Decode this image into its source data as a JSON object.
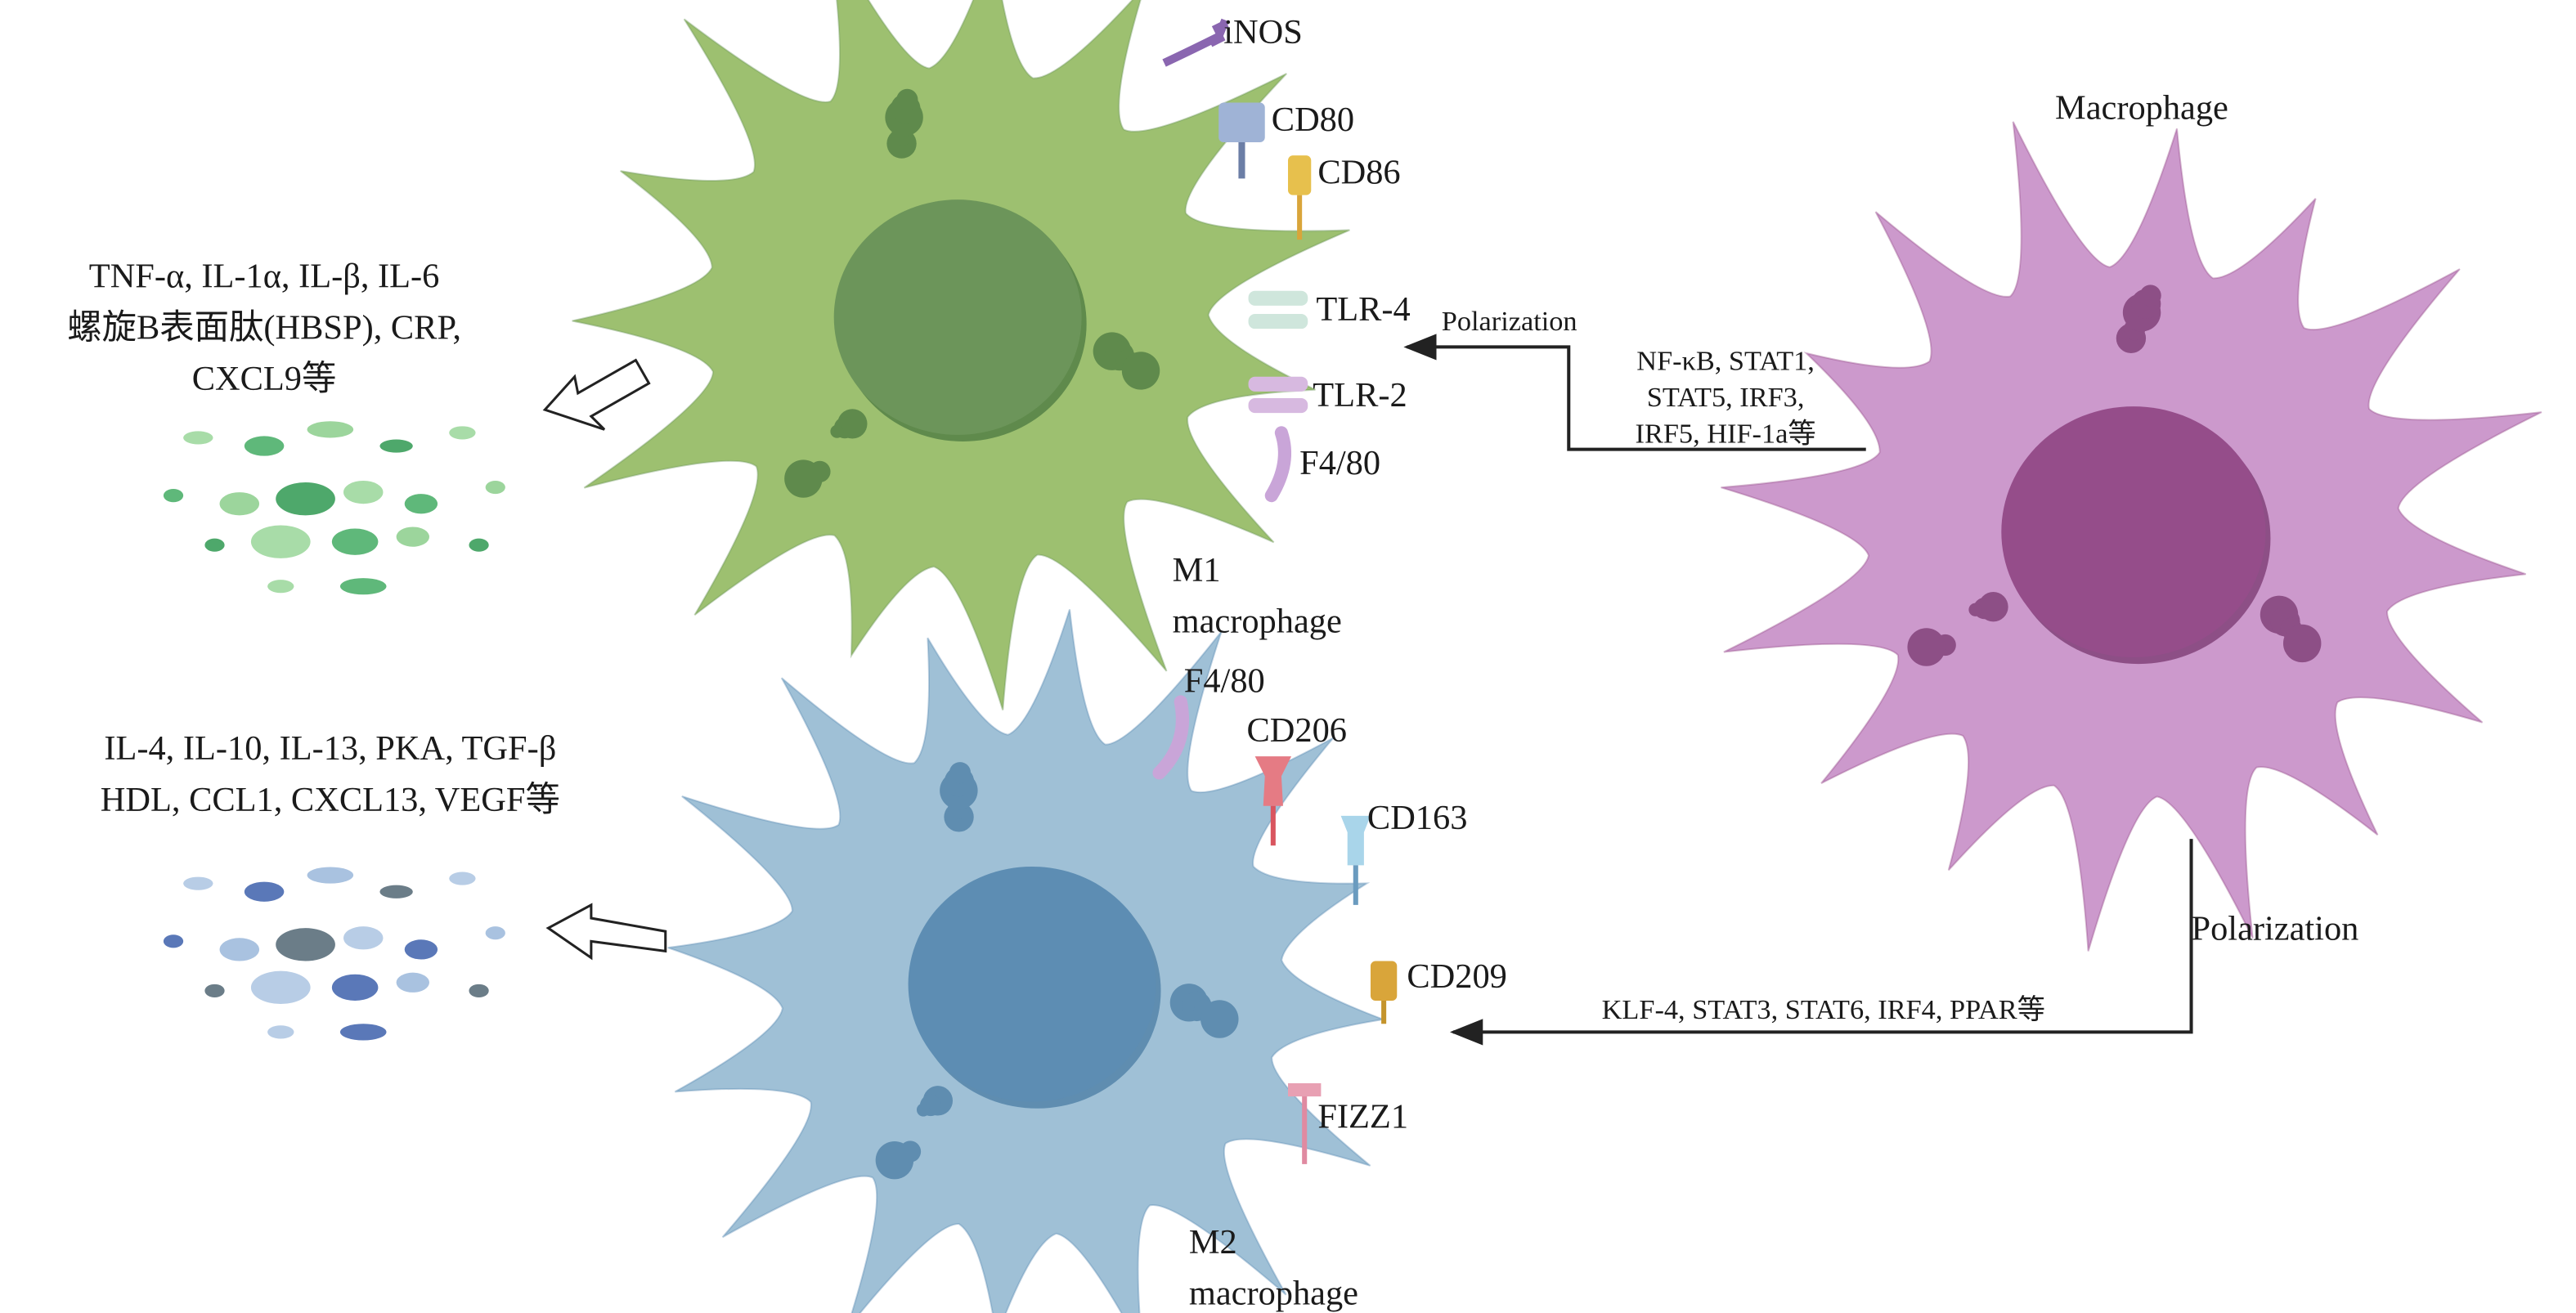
{
  "colors": {
    "m1": "#9dc070",
    "m1_nucleus": "#6c955a",
    "m2": "#9fc0d6",
    "m2_nucleus": "#5d8db3",
    "macrophage": "#cc99cc",
    "macrophage_nucleus": "#954d8a"
  },
  "macrophage": {
    "label": "Macrophage"
  },
  "m1": {
    "label_line1": "M1",
    "label_line2": "macrophage",
    "markers": [
      "iNOS",
      "CD80",
      "CD86",
      "TLR-4",
      "TLR-2",
      "F4/80"
    ],
    "secreted": [
      "TNF-α, IL-1α, IL-β, IL-6",
      "螺旋B表面肽(HBSP), CRP,",
      "CXCL9等"
    ],
    "polarization_label": "Polarization",
    "factors": [
      "NF-κB, STAT1,",
      "STAT5, IRF3,",
      "IRF5, HIF-1a等"
    ]
  },
  "m2": {
    "label_line1": "M2",
    "label_line2": "macrophage",
    "markers": [
      "F4/80",
      "CD206",
      "CD163",
      "CD209",
      "FIZZ1"
    ],
    "secreted": [
      "IL-4, IL-10, IL-13, PKA, TGF-β",
      "HDL, CCL1, CXCL13, VEGF等"
    ],
    "polarization_label": "Polarization",
    "factors": [
      "KLF-4, STAT3, STAT6, IRF4, PPAR等"
    ]
  }
}
